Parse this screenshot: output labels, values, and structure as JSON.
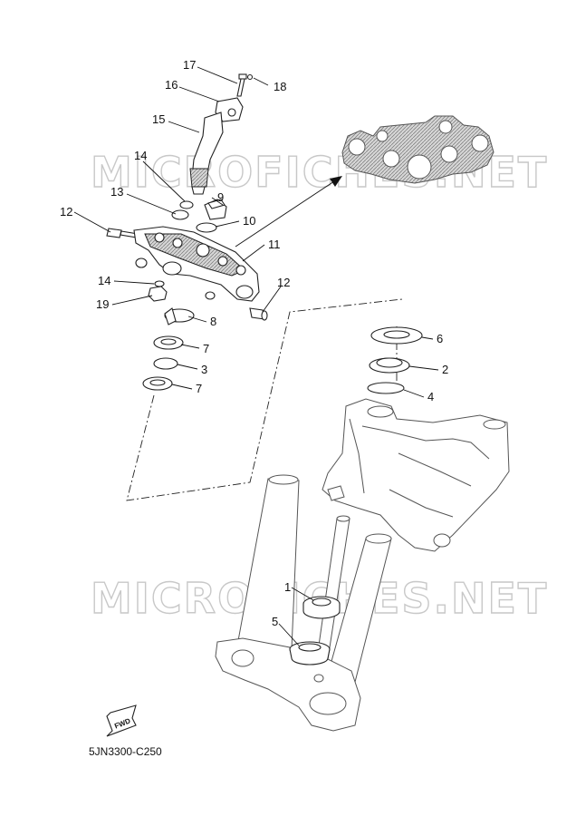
{
  "watermarks": [
    "MICROFICHES.NET",
    "MICROFICHES.NET"
  ],
  "diagram_code": "5JN3300-C250",
  "fwd_label": "FWD",
  "callouts": [
    "17",
    "18",
    "16",
    "15",
    "14",
    "13",
    "9",
    "10",
    "12",
    "11",
    "14",
    "12",
    "19",
    "8",
    "7",
    "3",
    "7",
    "6",
    "2",
    "4",
    "1",
    "5"
  ],
  "colors": {
    "line": "#222222",
    "watermark": "#c8c8c8",
    "hatch": "#bdbdbd"
  }
}
